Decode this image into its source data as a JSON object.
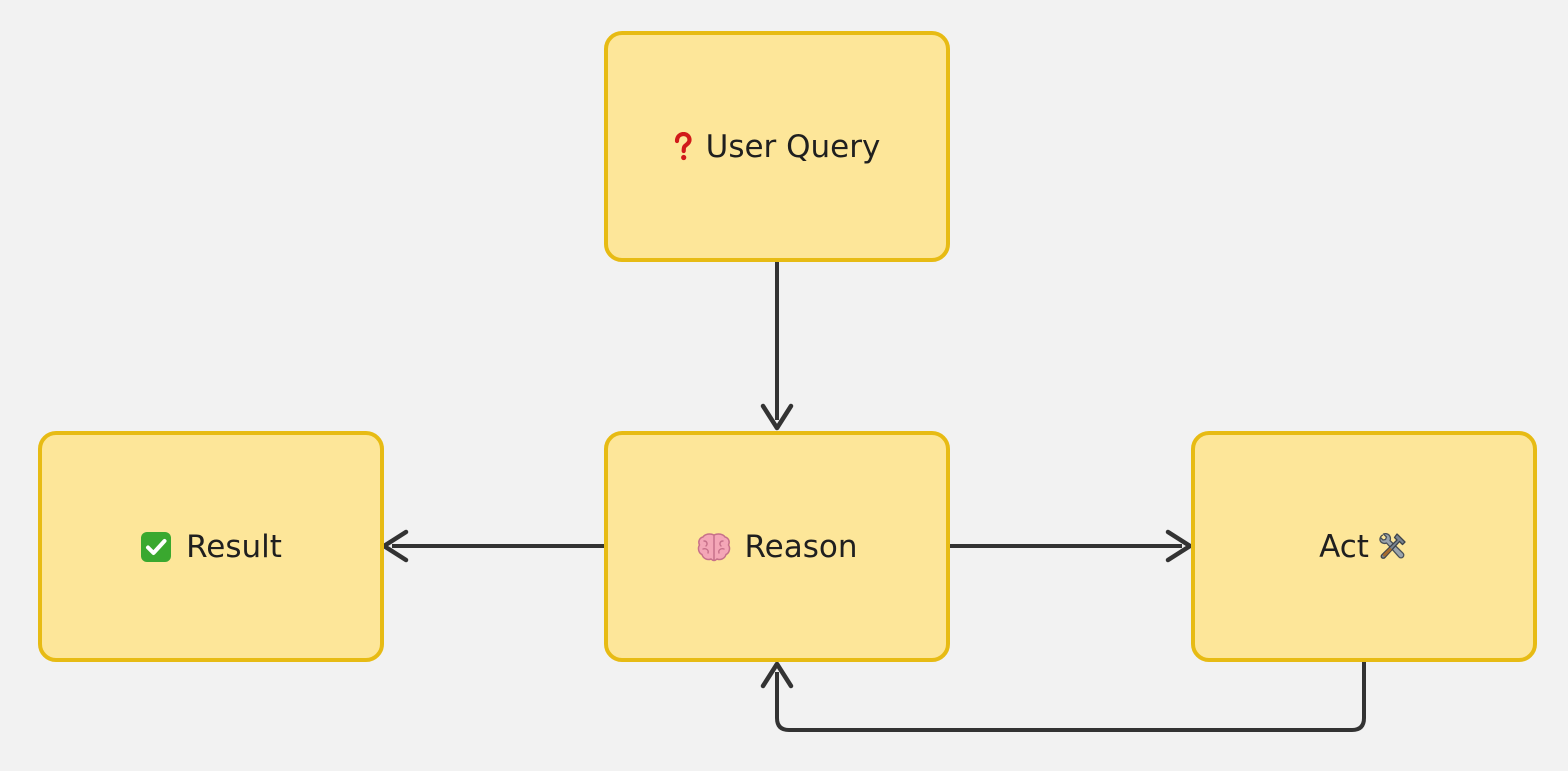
{
  "nodes": {
    "user_query": {
      "label": "User Query",
      "icon": "question-mark-icon"
    },
    "reason": {
      "label": "Reason",
      "icon": "brain-icon"
    },
    "act": {
      "label": "Act",
      "icon": "hammer-and-wrench-icon"
    },
    "result": {
      "label": "Result",
      "icon": "check-mark-button-icon"
    }
  },
  "edges": [
    {
      "from": "user_query",
      "to": "reason"
    },
    {
      "from": "reason",
      "to": "act"
    },
    {
      "from": "act",
      "to": "reason"
    },
    {
      "from": "reason",
      "to": "result"
    }
  ],
  "colors": {
    "background": "#f2f2f2",
    "node_fill": "#fde699",
    "node_border": "#e7bb14",
    "edge": "#333333",
    "text": "#1f1f1f",
    "question_mark": "#d11a1a",
    "check_green": "#3aa82f"
  }
}
